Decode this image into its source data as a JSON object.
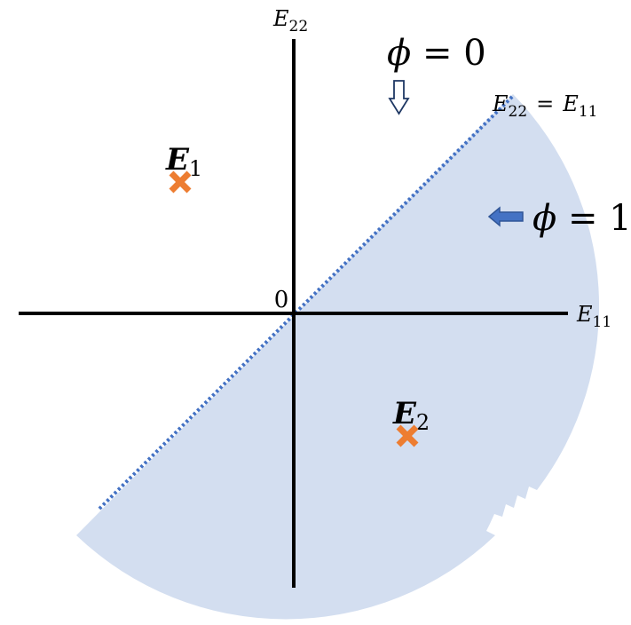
{
  "axes": {
    "origin_label": "0",
    "x_axis_label": {
      "main": "E",
      "sub": "11"
    },
    "y_axis_label": {
      "main": "E",
      "sub": "22"
    }
  },
  "diagonal_label": {
    "left_main": "E",
    "left_sub": "22",
    "equals": "=",
    "right_main": "E",
    "right_sub": "11"
  },
  "phi_zero": {
    "symbol": "ϕ",
    "text": " = 0"
  },
  "phi_one": {
    "symbol": "ϕ",
    "text": " = 1"
  },
  "points": [
    {
      "main": "E",
      "sub": "1",
      "color": "#ED7D31"
    },
    {
      "main": "E",
      "sub": "2",
      "color": "#ED7D31"
    }
  ],
  "colors": {
    "region_fill": "#D3DEF0",
    "diagonal": "#4472C4",
    "arrow_filled": "#4472C4",
    "arrow_outline": "#1F3864",
    "axis": "#000000",
    "marker": "#ED7D31"
  },
  "icons": {
    "phi_zero_arrow": "outline-down-arrow-icon",
    "phi_one_arrow": "filled-left-arrow-icon",
    "point_marker": "x-cross-marker-icon"
  }
}
